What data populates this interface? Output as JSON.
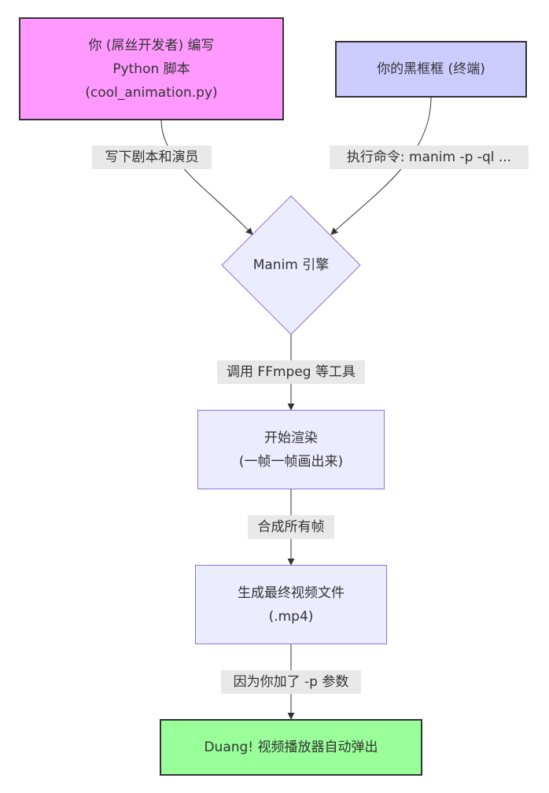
{
  "nodes": {
    "write_script": {
      "lines": [
        "你 (屌丝开发者) 编写",
        "Python 脚本",
        "(cool_animation.py)"
      ],
      "fill": "#ff99ff",
      "stroke": "#333333"
    },
    "terminal": {
      "lines": [
        "你的黑框框 (终端)"
      ],
      "fill": "#ccccff",
      "stroke": "#333333"
    },
    "engine": {
      "lines": [
        "Manim 引擎"
      ],
      "fill": "#ececff",
      "stroke": "#9370db"
    },
    "render": {
      "lines": [
        "开始渲染",
        "(一帧一帧画出来)"
      ],
      "fill": "#ececff",
      "stroke": "#9370db"
    },
    "output": {
      "lines": [
        "生成最终视频文件",
        "(.mp4)"
      ],
      "fill": "#ececff",
      "stroke": "#9370db"
    },
    "player": {
      "lines": [
        "Duang! 视频播放器自动弹出"
      ],
      "fill": "#99ff99",
      "stroke": "#333333"
    }
  },
  "edges": {
    "script_to_engine": "写下剧本和演员",
    "terminal_to_engine": "执行命令: manim -p -ql ...",
    "engine_to_render": "调用 FFmpeg 等工具",
    "render_to_output": "合成所有帧",
    "output_to_player": "因为你加了 -p 参数"
  },
  "colors": {
    "edge_line": "#333333",
    "edge_label_bg": "#e8e8e8"
  }
}
